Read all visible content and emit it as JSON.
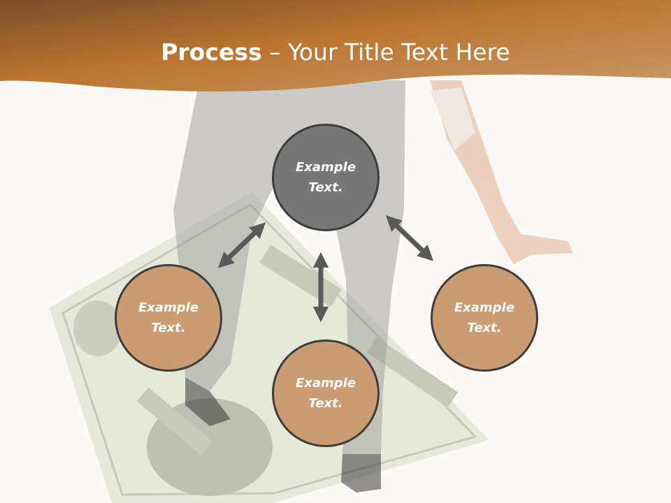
{
  "header": {
    "title_bold": "Process",
    "title_rest": " – Your Title Text Here",
    "gradient_start": "#bb7530",
    "gradient_end": "#c89a6a"
  },
  "diagram": {
    "nodes": [
      {
        "id": "top",
        "label": "Example Text.",
        "color": "#777777"
      },
      {
        "id": "left",
        "label": "Example Text.",
        "color": "#cb9c72"
      },
      {
        "id": "bottom",
        "label": "Example Text.",
        "color": "#cb9c72"
      },
      {
        "id": "right",
        "label": "Example Text.",
        "color": "#cb9c72"
      }
    ],
    "arrow_color": "#595959"
  }
}
